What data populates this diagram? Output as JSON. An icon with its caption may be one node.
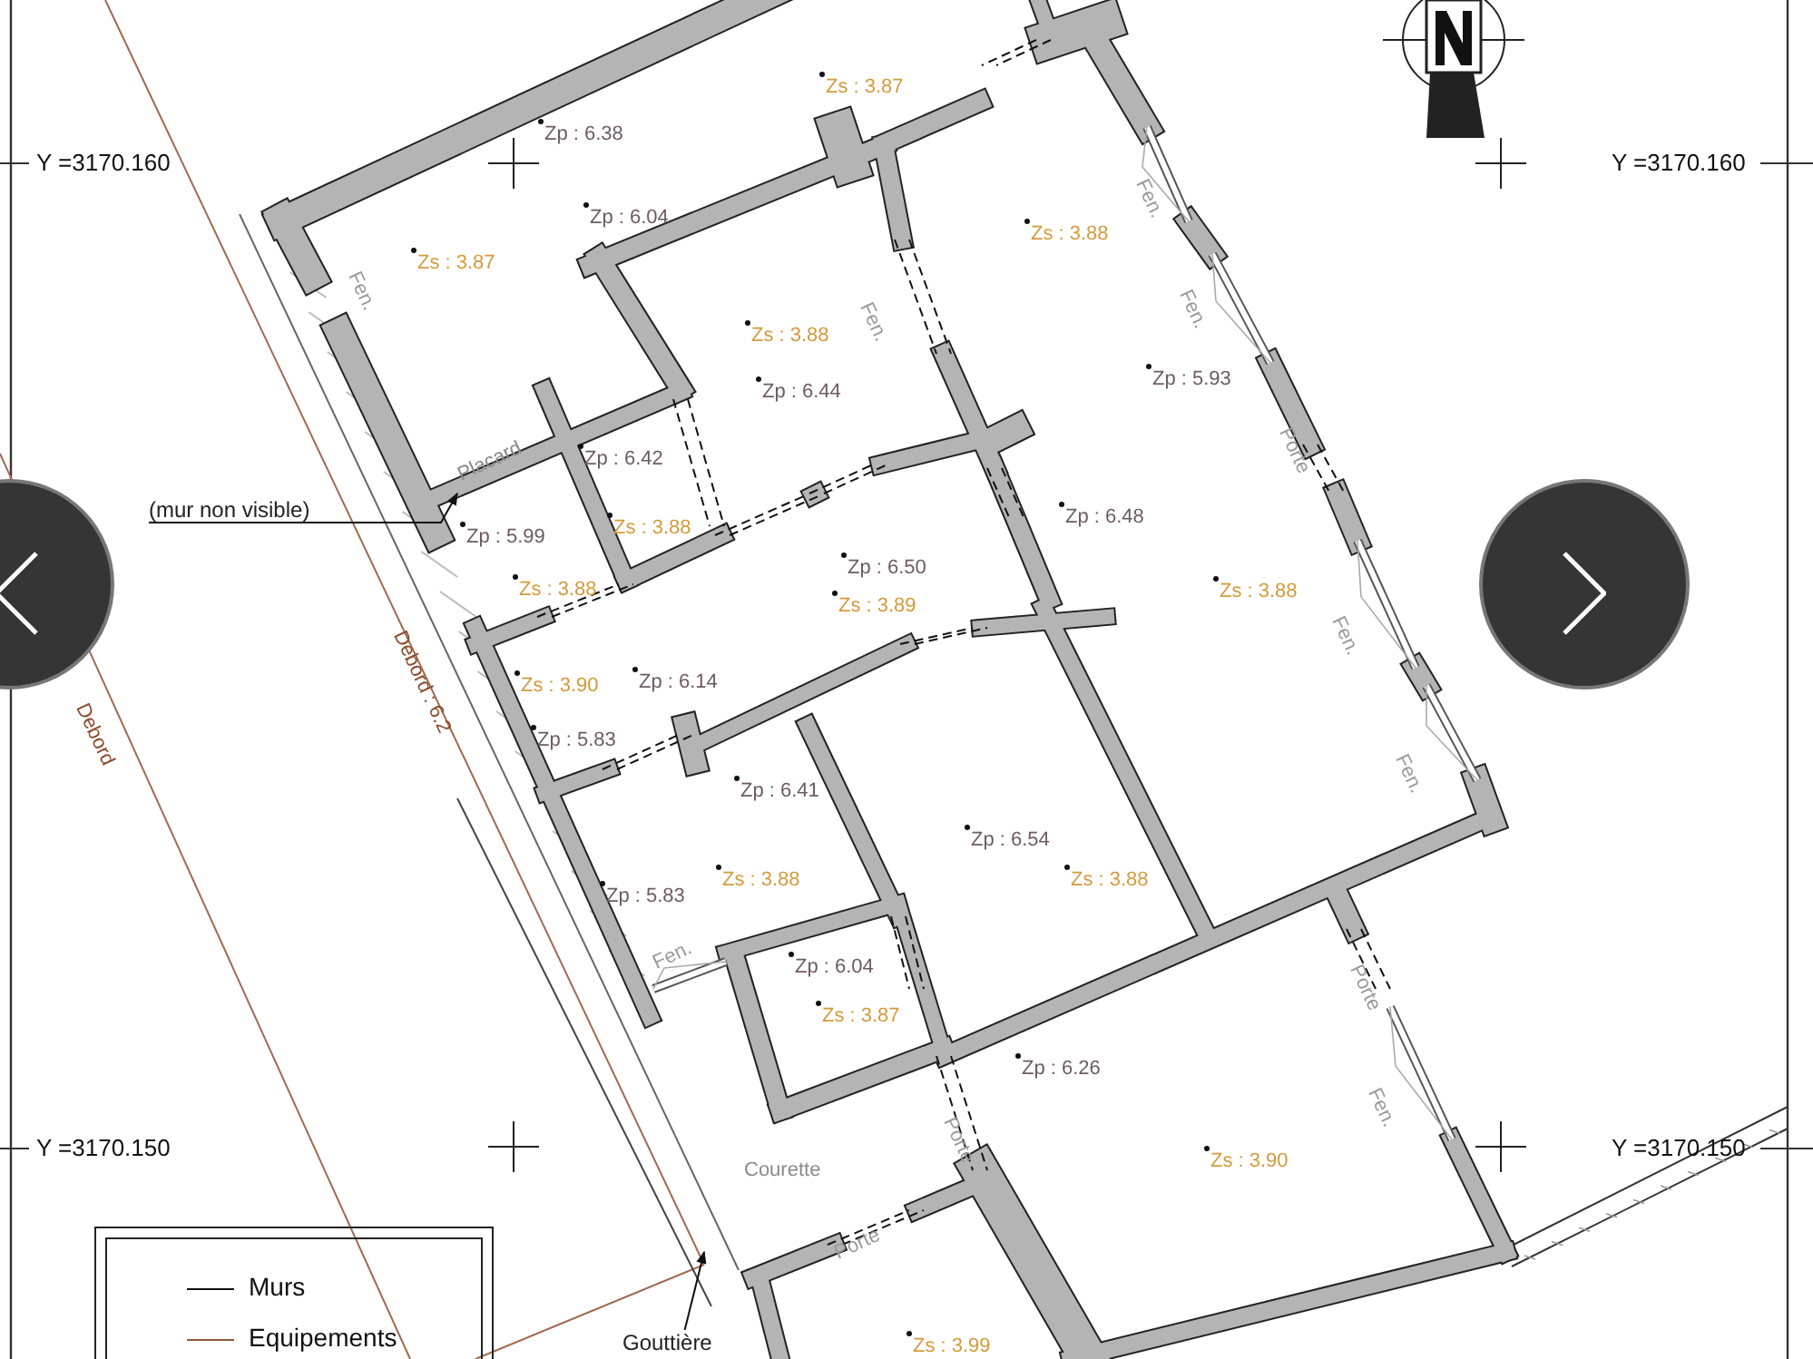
{
  "diagram": {
    "nodes": [
      {
        "text": [
          "(mur non visible)"
        ]
      },
      {
        "text": [
          "Gouttière"
        ]
      },
      {
        "text": [
          "Placard"
        ]
      }
    ],
    "edges": [
      {
        "from": 0,
        "to": 2,
        "arrow": "to"
      },
      {
        "from": 1,
        "to": null,
        "arrow": "to"
      }
    ],
    "labels": [
      "Y =3170.160",
      "Y =3170.160",
      "Zs : 3.87",
      "Zp : 6.38",
      "Zp : 6.04",
      "Zs : 3.87",
      "Fen.",
      "Zs : 3.88",
      "Fen.",
      "Fen.",
      "Zs : 3.88",
      "Zp : 6.44",
      "Fen.",
      "Zp : 5.93",
      "Porte",
      "Zp : 6.42",
      "Zp : 6.48",
      "Zs : 3.88",
      "Zp : 5.99",
      "Zp : 6.50",
      "Zs : 3.88",
      "Zs : 3.88",
      "Zs : 3.89",
      "Fen.",
      "Debord : 6.2",
      "Zs : 3.90",
      "Zp : 6.14",
      "Debord",
      "Zp : 5.83",
      "Fen.",
      "Zp : 6.41",
      "Zp : 6.54",
      "Zp : 5.83",
      "Zs : 3.88",
      "Zs : 3.88",
      "Fen.",
      "Porte",
      "Zp : 6.04",
      "Zs : 3.87",
      "Zp : 6.26",
      "Fen.",
      "Porte",
      "Y =3170.150",
      "Courette",
      "Zs : 3.90",
      "Y =3170.150",
      "Porte",
      "Zs : 3.99"
    ],
    "legend": [
      {
        "text": "Murs"
      },
      {
        "text": "Equipements"
      }
    ]
  }
}
